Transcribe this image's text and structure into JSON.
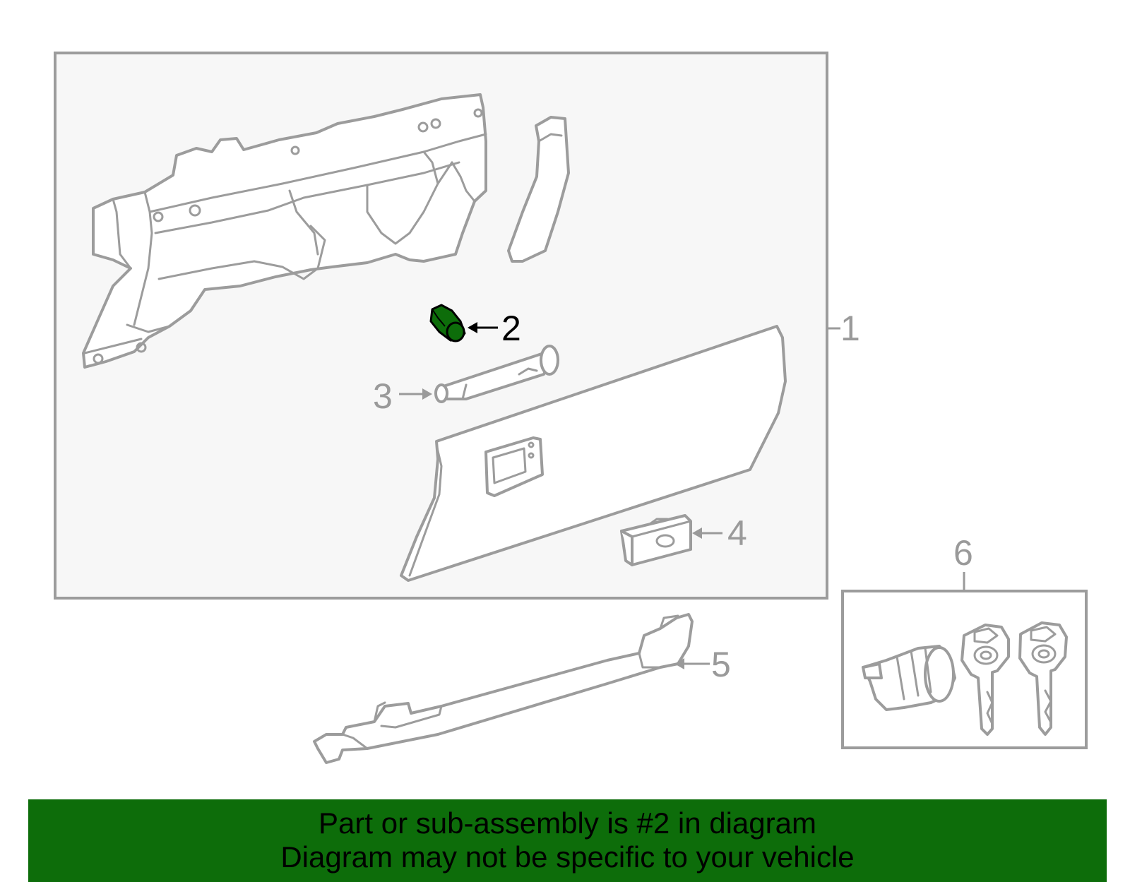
{
  "diagram": {
    "callouts": [
      "1",
      "2",
      "3",
      "4",
      "5",
      "6"
    ],
    "highlighted_part": "2",
    "colors": {
      "highlight": "#0d6d0a",
      "line": "#9c9c9c",
      "panel_fill": "#f7f7f7",
      "banner": "#0d6d0a"
    }
  },
  "banner": {
    "line1": "Part or sub-assembly is #2 in diagram",
    "line2": "Diagram may not be specific to your vehicle"
  }
}
